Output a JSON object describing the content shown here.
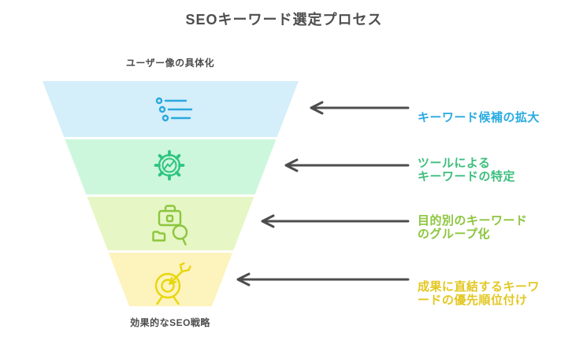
{
  "title": "SEOキーワード選定プロセス",
  "colors": {
    "title_text": "#4e4e50",
    "caption_text": "#4d4d4d",
    "arrow": "#4d4d4d"
  },
  "funnel": {
    "top_caption": "ユーザー像の具体化",
    "bottom_caption": "効果的なSEO戦略",
    "segments": [
      {
        "icon": "list-icon",
        "fill": "#d4eefa",
        "icon_color": "#29a9df"
      },
      {
        "icon": "gear-chart-icon",
        "fill": "#cdf7dc",
        "icon_color": "#2fc57f"
      },
      {
        "icon": "briefcase-search-icon",
        "fill": "#e6f6c4",
        "icon_color": "#8cc63e"
      },
      {
        "icon": "target-arrow-icon",
        "fill": "#fdf3bc",
        "icon_color": "#e8d60c"
      }
    ]
  },
  "annotations": [
    {
      "text": "キーワード候補の拡大",
      "color": "#29abe2"
    },
    {
      "text": "ツールによる\nキーワードの特定",
      "color": "#3cbe7d"
    },
    {
      "text": "目的別のキーワード\nのグループ化",
      "color": "#8cc63e"
    },
    {
      "text": "成果に直結するキーワ\nードの優先順位付け",
      "color": "#e3c722"
    }
  ]
}
